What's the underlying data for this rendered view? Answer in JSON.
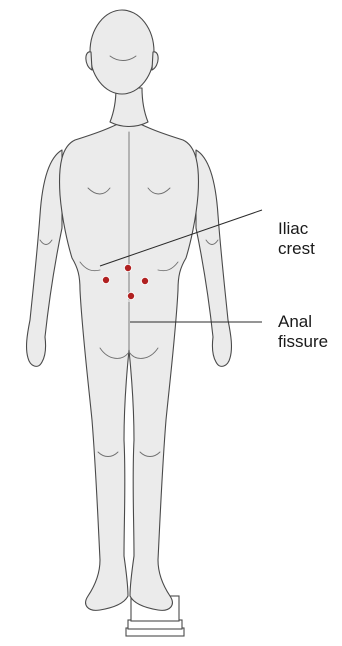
{
  "labels": {
    "iliac_crest": {
      "line1": "Iliac",
      "line2": "crest"
    },
    "anal_fissure": {
      "line1": "Anal",
      "line2": "fissure"
    }
  },
  "colors": {
    "body": "#ebebeb",
    "outline": "#4a4a4a",
    "marker_points": "#b02020"
  }
}
